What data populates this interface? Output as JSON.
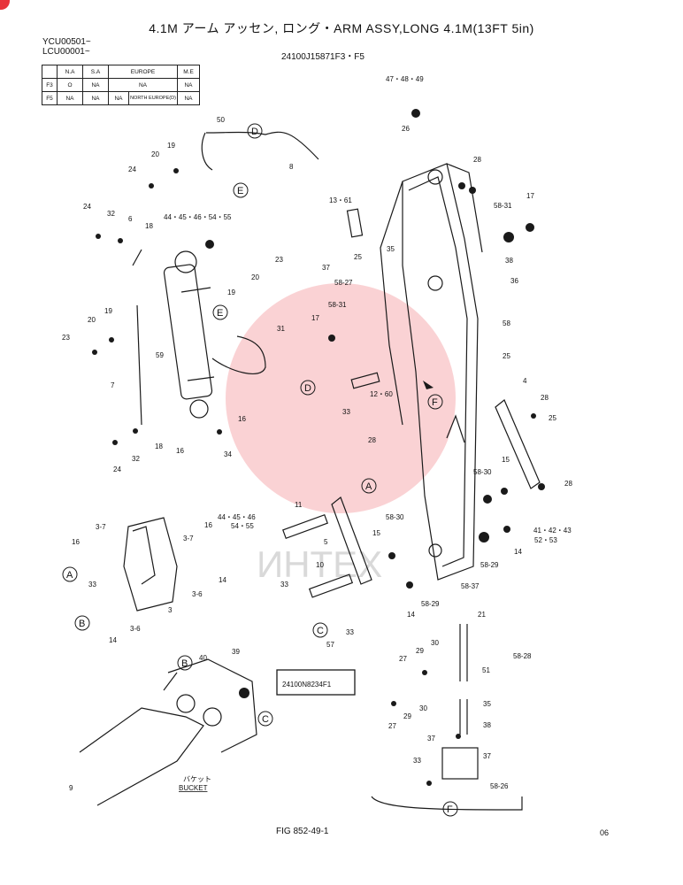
{
  "header": {
    "title": "4.1M アーム アッセン, ロング・ARM ASSY,LONG 4.1M(13FT 5in)",
    "serial_lines": [
      "YCU00501~",
      "LCU00001~"
    ],
    "part_number": "24100J15871F3・F5"
  },
  "spec_table": {
    "rows": [
      [
        "",
        "N.A",
        "S.A",
        "EUROPE",
        "",
        "M.E"
      ],
      [
        "F3",
        "O",
        "NA",
        "NA",
        "",
        "NA"
      ],
      [
        "F5",
        "NA",
        "NA",
        "NA",
        "NORTH EUROPE(D)",
        "NA"
      ]
    ]
  },
  "callouts": {
    "c47": "47・48・49",
    "c26": "26",
    "c28a": "28",
    "c50": "50",
    "c19a": "19",
    "c20a": "20",
    "c8": "8",
    "c24a": "24",
    "c13": "13・61",
    "c17a": "17",
    "c58_31a": "58-31",
    "c24b": "24",
    "c32a": "32",
    "c6": "6",
    "c18a": "18",
    "c44a": "44・45・46・54・55",
    "c35a": "35",
    "c37a": "37",
    "c25a": "25",
    "c38a": "38",
    "c36": "36",
    "c23a": "23",
    "c20b": "20",
    "c19b": "19",
    "c58_27": "58-27",
    "c58_31b": "58-31",
    "c17b": "17",
    "c58": "58",
    "c19c": "19",
    "c20c": "20",
    "c31": "31",
    "c23b": "23",
    "c59": "59",
    "c25b": "25",
    "c4": "4",
    "c7": "7",
    "c28b": "28",
    "c25c": "25",
    "c33a": "33",
    "c12": "12・60",
    "c16a": "16",
    "c18b": "18",
    "c16b": "16",
    "c34": "34",
    "c28c": "28",
    "c24c": "24",
    "c32b": "32",
    "c15a": "15",
    "c58_30a": "58-30",
    "c28d": "28",
    "c44b": "44・45・46",
    "c54": "54・55",
    "c16c": "16",
    "c3_7a": "3-7",
    "c3_7b": "3-7",
    "c11": "11",
    "c58_30b": "58-30",
    "c41": "41・42・43",
    "c52": "52・53",
    "c16d": "16",
    "c15b": "15",
    "c14a": "14",
    "c5": "5",
    "c58_29a": "58-29",
    "c33b": "33",
    "c14b": "14",
    "c3_6a": "3-6",
    "c10": "10",
    "c58_37": "58-37",
    "c3": "3",
    "c33c": "33",
    "c14c": "14",
    "c58_29b": "58-29",
    "c3_6b": "3-6",
    "c14d": "14",
    "c33d": "33",
    "c21": "21",
    "c58_28": "58-28",
    "c57": "57",
    "c40": "40",
    "c39": "39",
    "c30a": "30",
    "c27a": "27",
    "c29a": "29",
    "c51": "51",
    "c35b": "35",
    "c27b": "27",
    "c29b": "29",
    "c30b": "30",
    "c38b": "38",
    "c37b": "37",
    "c37c": "37",
    "c33e": "33",
    "c58_26": "58-26",
    "c9": "9"
  },
  "circle_refs": {
    "D_top": "D",
    "E_top": "E",
    "E_mid": "E",
    "D_mid": "D",
    "F_mid": "F",
    "A_mid": "A",
    "A_left": "A",
    "B_left": "B",
    "C_mid": "C",
    "B_bot": "B",
    "C_bot": "C",
    "F_bot": "F"
  },
  "boxed_part": "24100N8234F1",
  "bucket_label_jp": "バケット",
  "bucket_label_en": "BUCKET",
  "watermark_text": "ИНТЕХ",
  "figure_number": "FIG 852-49-1",
  "page_number": "06",
  "colors": {
    "line": "#1a1a1a",
    "watermark": "#e8333a",
    "stamp": "#e8333a"
  }
}
